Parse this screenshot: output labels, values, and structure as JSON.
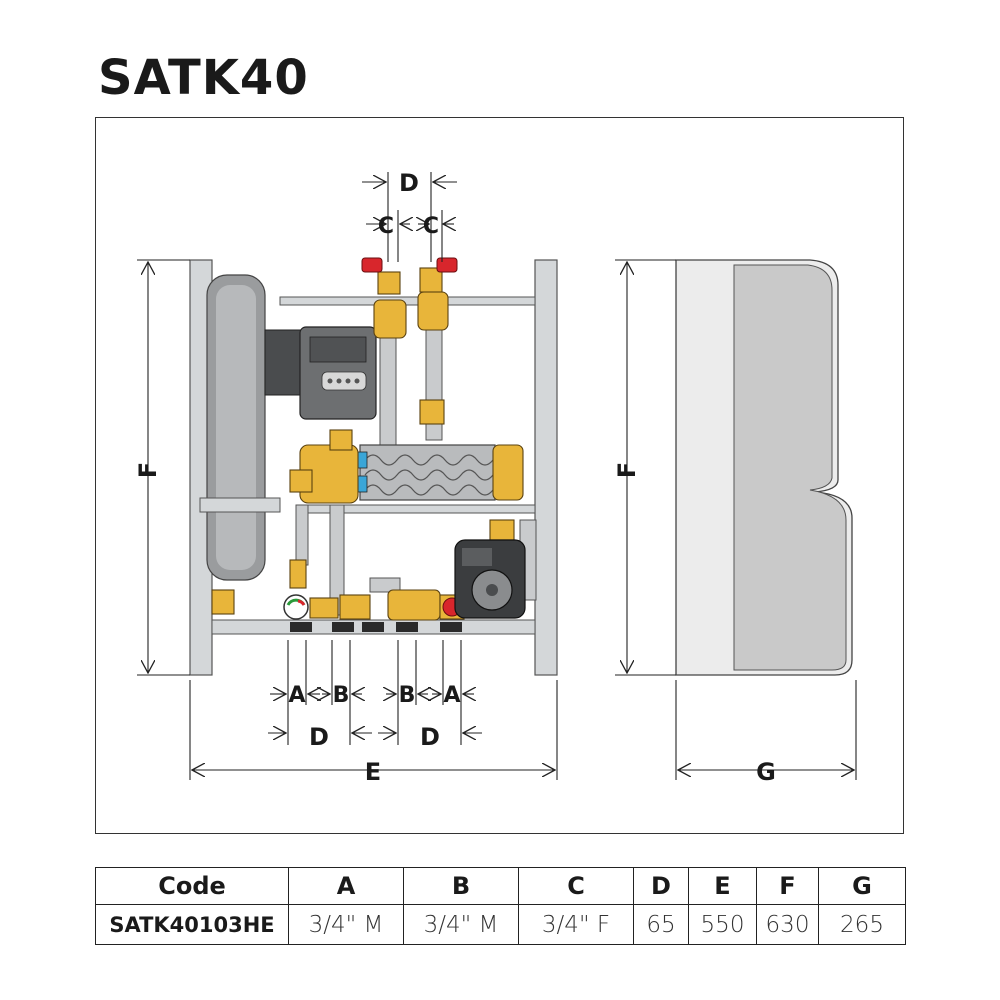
{
  "title": "SATK40",
  "dimensions": {
    "d_top": "D",
    "c_left": "C",
    "c_right": "C",
    "f_left": "F",
    "f_right": "F",
    "a_left": "A",
    "b_left": "B",
    "b_right": "B",
    "a_right": "A",
    "d_left": "D",
    "d_right": "D",
    "e": "E",
    "g": "G"
  },
  "colors": {
    "brass": "#e8b53a",
    "red_handle": "#d8262c",
    "blue_accent": "#3aa6d8",
    "frame_grey": "#cfd2d4",
    "cover_grey": "#cbcbcb"
  },
  "table": {
    "headers": [
      "Code",
      "A",
      "B",
      "C",
      "D",
      "E",
      "F",
      "G"
    ],
    "row": [
      "SATK40103HE",
      "3/4\" M",
      "3/4\" M",
      "3/4\" F",
      "65",
      "550",
      "630",
      "265"
    ]
  }
}
